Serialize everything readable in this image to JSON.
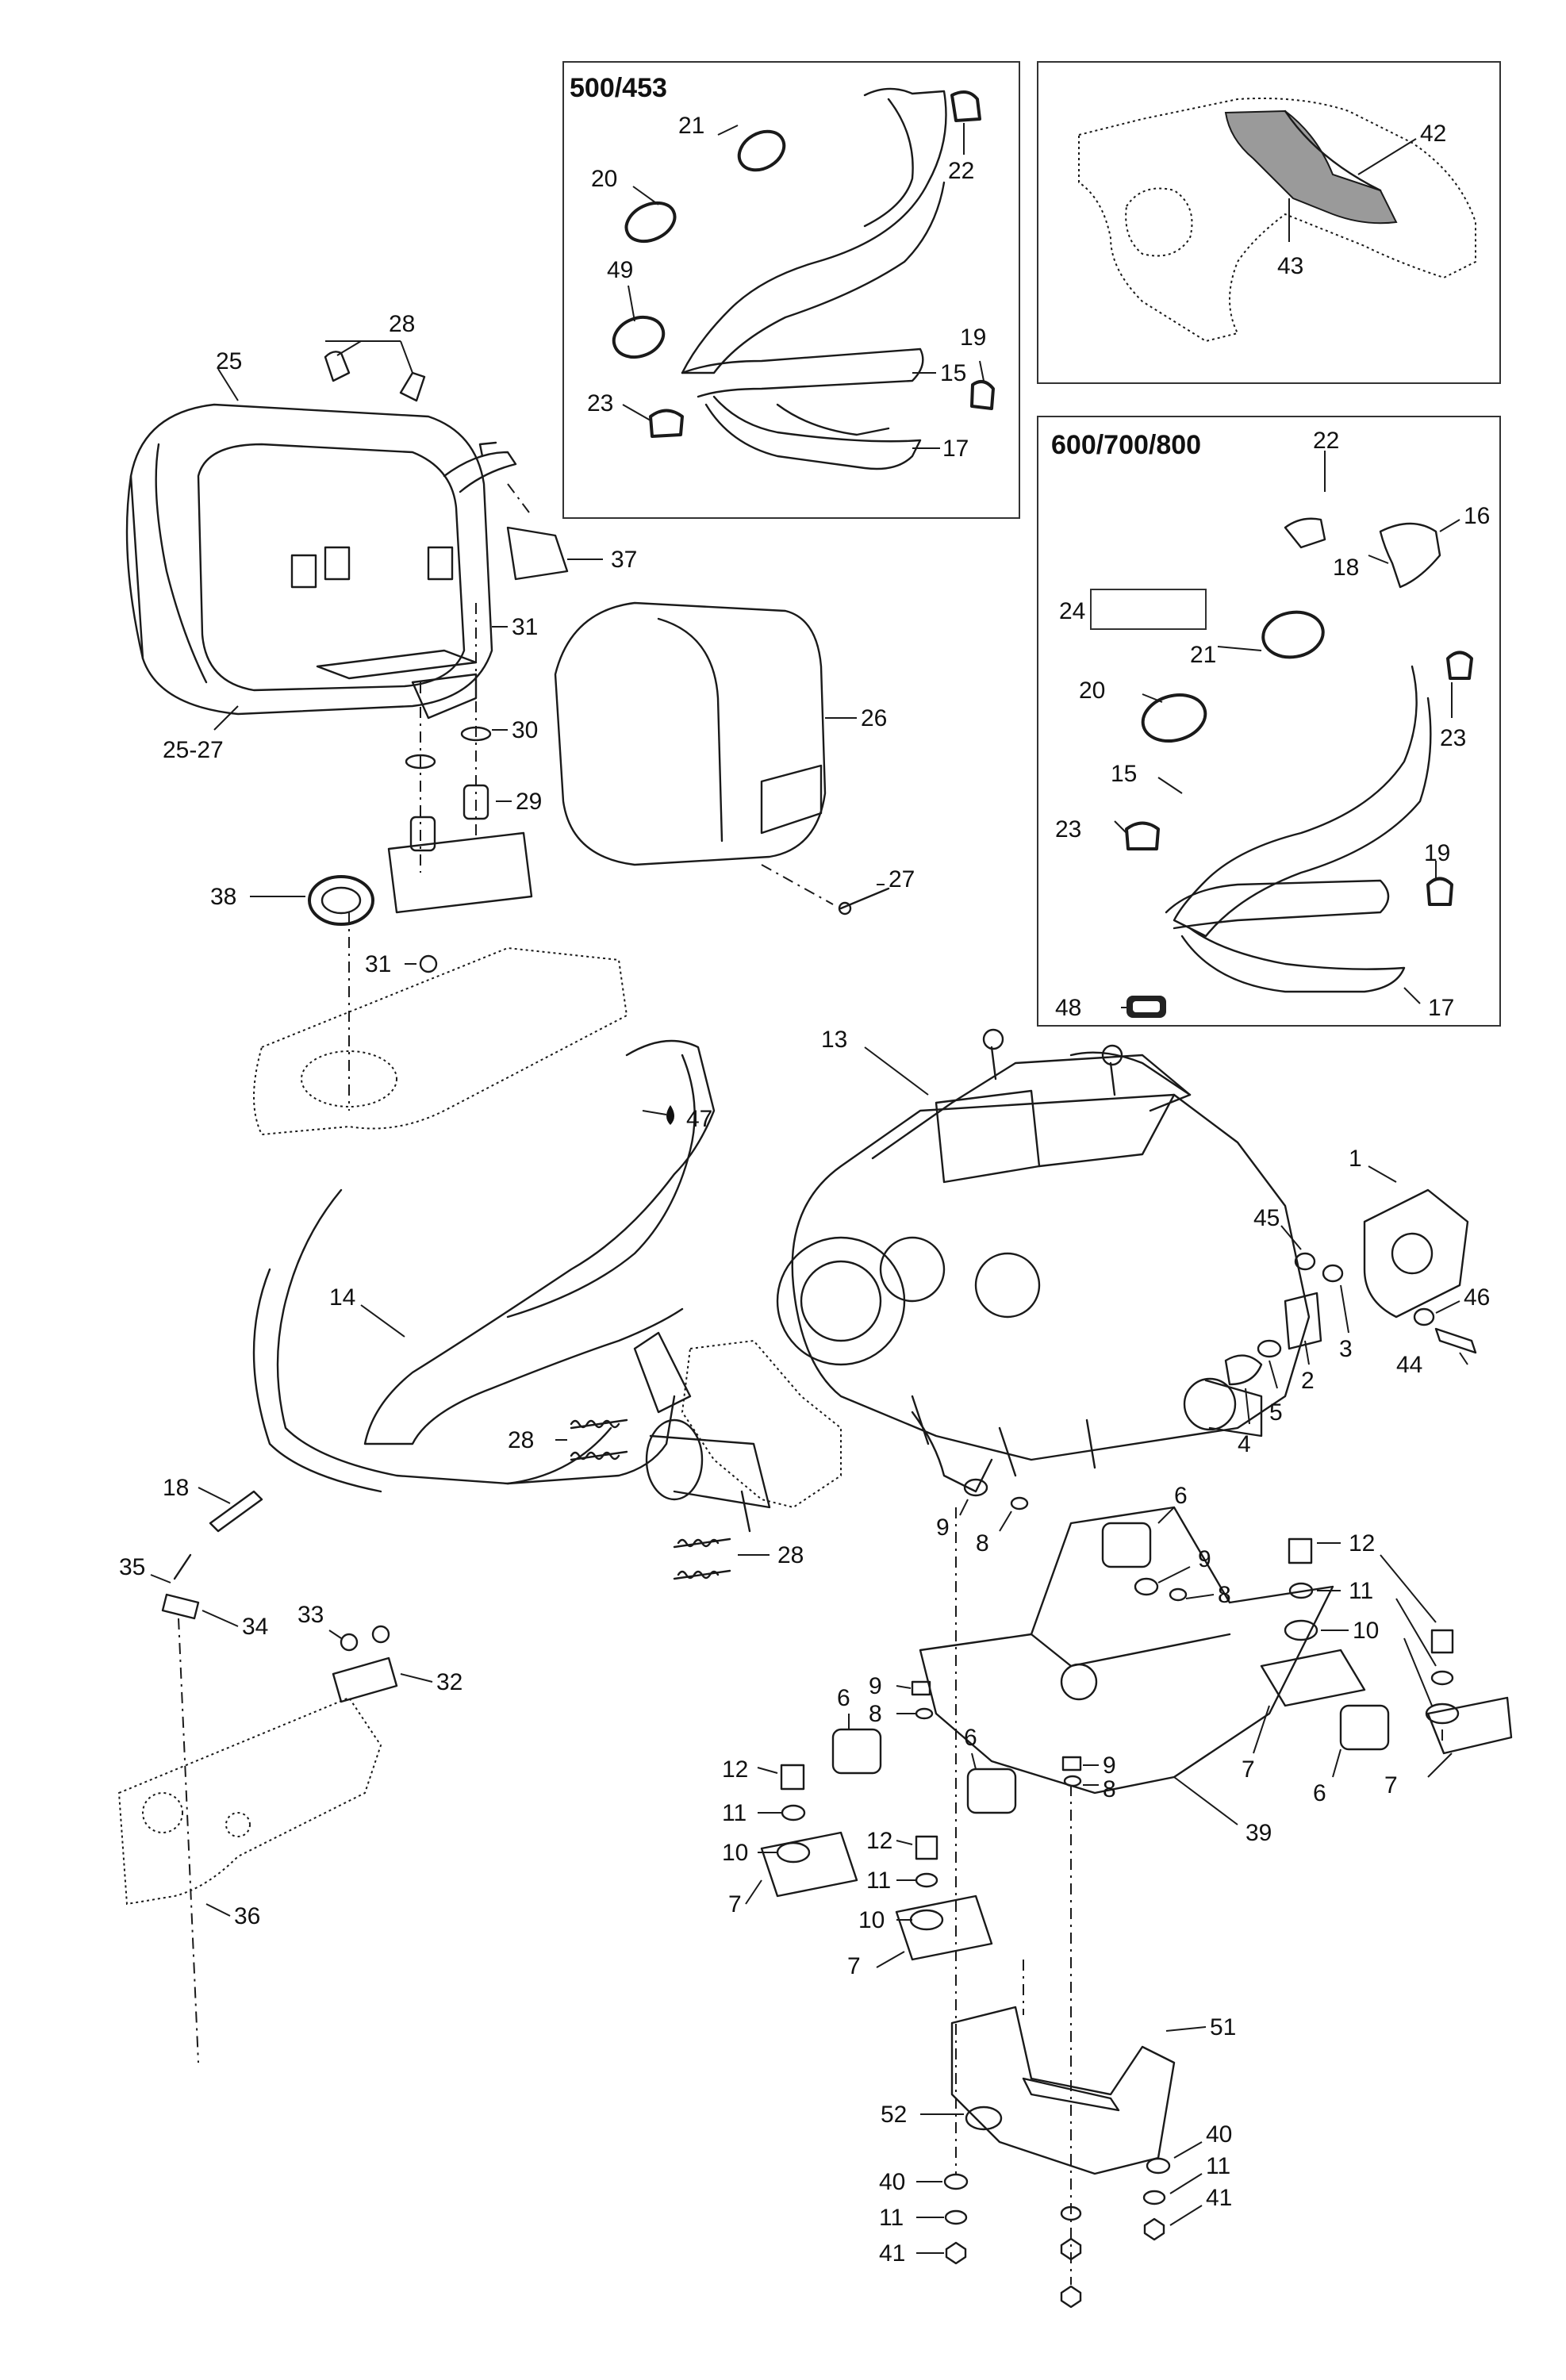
{
  "insets": {
    "inset_a_title": "500/453",
    "inset_b_title": "600/700/800"
  },
  "callouts": {
    "c1": "1",
    "c2": "2",
    "c3": "3",
    "c4": "4",
    "c5": "5",
    "c6a": "6",
    "c6b": "6",
    "c6c": "6",
    "c6d": "6",
    "c7a": "7",
    "c7b": "7",
    "c7c": "7",
    "c7d": "7",
    "c8a": "8",
    "c8b": "8",
    "c8c": "8",
    "c8d": "8",
    "c9a": "9",
    "c9b": "9",
    "c9c": "9",
    "c9d": "9",
    "c10a": "10",
    "c10b": "10",
    "c10c": "10",
    "c11a": "11",
    "c11b": "11",
    "c11c": "11",
    "c11d": "11",
    "c11e": "11",
    "c12a": "12",
    "c12b": "12",
    "c12c": "12",
    "c13": "13",
    "c14": "14",
    "c15a": "15",
    "c15b": "15",
    "c16": "16",
    "c17a": "17",
    "c17b": "17",
    "c18a": "18",
    "c18b": "18",
    "c19a": "19",
    "c19b": "19",
    "c20a": "20",
    "c20b": "20",
    "c21a": "21",
    "c21b": "21",
    "c22a": "22",
    "c22b": "22",
    "c23a": "23",
    "c23b": "23",
    "c23c": "23",
    "c24": "24",
    "c25": "25",
    "c25_27": "25-27",
    "c26": "26",
    "c27": "27",
    "c28a": "28",
    "c28b": "28",
    "c28c": "28",
    "c29": "29",
    "c30": "30",
    "c31a": "31",
    "c31b": "31",
    "c32": "32",
    "c33": "33",
    "c34": "34",
    "c35": "35",
    "c36": "36",
    "c37": "37",
    "c38": "38",
    "c39": "39",
    "c40a": "40",
    "c40b": "40",
    "c41a": "41",
    "c41b": "41",
    "c42": "42",
    "c43": "43",
    "c44": "44",
    "c45": "45",
    "c46": "46",
    "c47": "47",
    "c48": "48",
    "c49": "49",
    "c51": "51",
    "c52": "52"
  }
}
